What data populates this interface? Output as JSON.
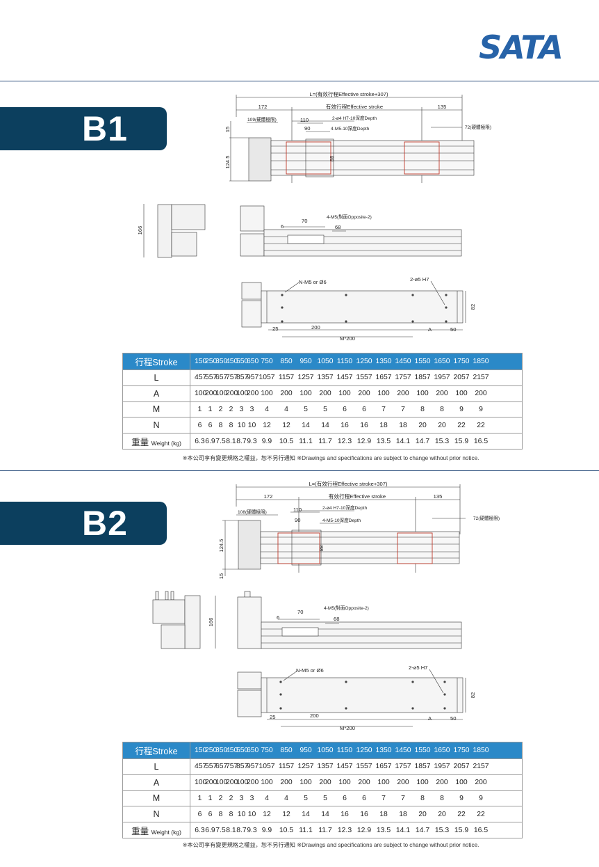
{
  "brand": {
    "logo_text": "SATA",
    "color": "#2763a8"
  },
  "colors": {
    "section_tab": "#0c3f5e",
    "table_header": "#2b89c8",
    "rule": "#2b4e7c"
  },
  "sections": [
    {
      "title": "B1",
      "dims": {
        "length_formula": "L=(有效行程Effective stroke+307)",
        "d172": "172",
        "stroke_label": "有效行程Effective stroke",
        "d135": "135",
        "limit_109": "109(硬體極限)",
        "d110": "110",
        "holes_depth": "2-ø4 H7-10深度Depth",
        "d90": "90",
        "m5_depth": "4-M5-10深度Depth",
        "limit_72": "72(硬體極限)",
        "d15": "15",
        "d124_5": "124.5",
        "d88": "88",
        "d166": "166",
        "d6": "6",
        "d70": "70",
        "m5_opposite": "4-M5(對面Opposite-2)",
        "d68": "68",
        "nm5": "N-M5 or Ø6",
        "ø5": "2-ø5 H7",
        "d82": "82",
        "d25": "25",
        "d200": "200",
        "dA": "A",
        "d50": "50",
        "m200": "M*200"
      },
      "table": {
        "header": {
          "label": "行程Stroke",
          "values": [
            "150",
            "250",
            "350",
            "450",
            "550",
            "650",
            "750",
            "850",
            "950",
            "1050",
            "1150",
            "1250",
            "1350",
            "1450",
            "1550",
            "1650",
            "1750",
            "1850"
          ]
        },
        "rows": [
          {
            "label": "L",
            "values": [
              "457",
              "557",
              "657",
              "757",
              "857",
              "957",
              "1057",
              "1157",
              "1257",
              "1357",
              "1457",
              "1557",
              "1657",
              "1757",
              "1857",
              "1957",
              "2057",
              "2157"
            ]
          },
          {
            "label": "A",
            "values": [
              "100",
              "200",
              "100",
              "200",
              "100",
              "200",
              "100",
              "200",
              "100",
              "200",
              "100",
              "200",
              "100",
              "200",
              "100",
              "200",
              "100",
              "200"
            ]
          },
          {
            "label": "M",
            "values": [
              "1",
              "1",
              "2",
              "2",
              "3",
              "3",
              "4",
              "4",
              "5",
              "5",
              "6",
              "6",
              "7",
              "7",
              "8",
              "8",
              "9",
              "9"
            ]
          },
          {
            "label": "N",
            "values": [
              "6",
              "6",
              "8",
              "8",
              "10",
              "10",
              "12",
              "12",
              "14",
              "14",
              "16",
              "16",
              "18",
              "18",
              "20",
              "20",
              "22",
              "22"
            ]
          },
          {
            "label": "重量",
            "unit": "Weight (kg)",
            "values": [
              "6.3",
              "6.9",
              "7.5",
              "8.1",
              "8.7",
              "9.3",
              "9.9",
              "10.5",
              "11.1",
              "11.7",
              "12.3",
              "12.9",
              "13.5",
              "14.1",
              "14.7",
              "15.3",
              "15.9",
              "16.5"
            ]
          }
        ]
      },
      "note": "※本公司享有變更規格之權益，恕不另行通知 ※Drawings and specifications are subject to change without prior notice."
    },
    {
      "title": "B2",
      "dims": {
        "length_formula": "L=(有效行程Effective stroke+307)",
        "d172": "172",
        "stroke_label": "有效行程Effective stroke",
        "d135": "135",
        "limit_108": "108(硬體極限)",
        "d110": "110",
        "holes_depth": "2-ø4 H7-10深度Depth",
        "d90": "90",
        "m5_depth": "4-M5-10深度Depth",
        "limit_72": "72(硬體極限)",
        "d124_5": "124.5",
        "d88": "88",
        "d15": "15",
        "d166": "166",
        "d6": "6",
        "d70": "70",
        "m5_opposite": "4-M5(對面Opposite-2)",
        "d68": "68",
        "nm5": "N-M5 or Ø6",
        "ø5": "2-ø5 H7",
        "d82": "82",
        "d25": "25",
        "d200": "200",
        "dA": "A",
        "d50": "50",
        "m200": "M*200"
      },
      "table": {
        "header": {
          "label": "行程Stroke",
          "values": [
            "150",
            "250",
            "350",
            "450",
            "550",
            "650",
            "750",
            "850",
            "950",
            "1050",
            "1150",
            "1250",
            "1350",
            "1450",
            "1550",
            "1650",
            "1750",
            "1850"
          ]
        },
        "rows": [
          {
            "label": "L",
            "values": [
              "457",
              "557",
              "657",
              "757",
              "857",
              "957",
              "1057",
              "1157",
              "1257",
              "1357",
              "1457",
              "1557",
              "1657",
              "1757",
              "1857",
              "1957",
              "2057",
              "2157"
            ]
          },
          {
            "label": "A",
            "values": [
              "100",
              "200",
              "100",
              "200",
              "100",
              "200",
              "100",
              "200",
              "100",
              "200",
              "100",
              "200",
              "100",
              "200",
              "100",
              "200",
              "100",
              "200"
            ]
          },
          {
            "label": "M",
            "values": [
              "1",
              "1",
              "2",
              "2",
              "3",
              "3",
              "4",
              "4",
              "5",
              "5",
              "6",
              "6",
              "7",
              "7",
              "8",
              "8",
              "9",
              "9"
            ]
          },
          {
            "label": "N",
            "values": [
              "6",
              "6",
              "8",
              "8",
              "10",
              "10",
              "12",
              "12",
              "14",
              "14",
              "16",
              "16",
              "18",
              "18",
              "20",
              "20",
              "22",
              "22"
            ]
          },
          {
            "label": "重量",
            "unit": "Weight (kg)",
            "values": [
              "6.3",
              "6.9",
              "7.5",
              "8.1",
              "8.7",
              "9.3",
              "9.9",
              "10.5",
              "11.1",
              "11.7",
              "12.3",
              "12.9",
              "13.5",
              "14.1",
              "14.7",
              "15.3",
              "15.9",
              "16.5"
            ]
          }
        ]
      },
      "note": "※本公司享有變更規格之權益，恕不另行通知 ※Drawings and specifications are subject to change without prior notice."
    }
  ]
}
